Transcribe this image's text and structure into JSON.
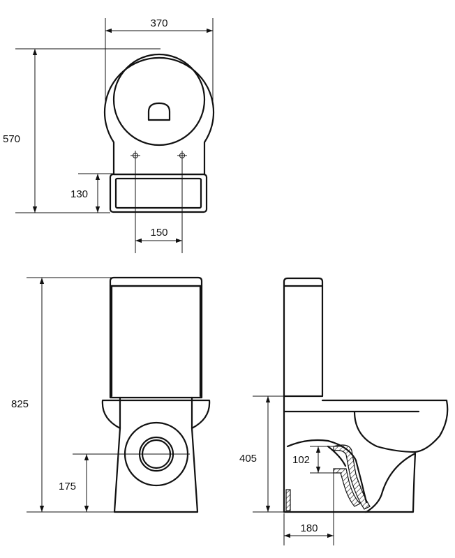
{
  "dimensions": {
    "top_width": "370",
    "top_depth": "570",
    "bracket_depth": "130",
    "hole_spacing": "150",
    "total_height": "825",
    "outlet_height": "175",
    "side_height": "405",
    "outlet_diameter": "102",
    "outlet_offset": "180"
  }
}
